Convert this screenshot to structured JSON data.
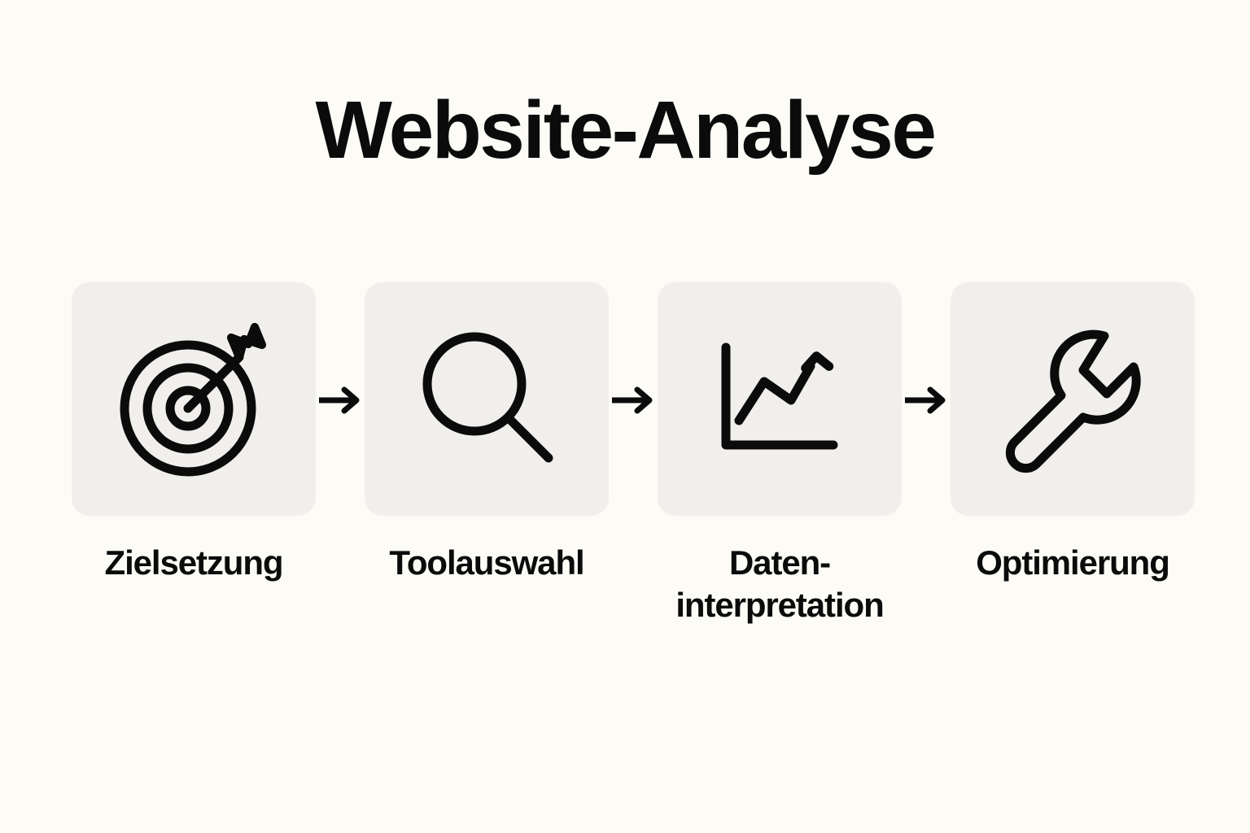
{
  "page": {
    "title": "Website-Analyse",
    "background_color": "#FCFBF6",
    "card_color": "#F1EFEC",
    "ink_color": "#0B0B0B",
    "accent_gray": "#D4D2CE"
  },
  "flow": {
    "steps": [
      {
        "label": "Zielsetzung",
        "icon": "target-arrow-icon"
      },
      {
        "label": "Toolauswahl",
        "icon": "magnifying-glass-icon"
      },
      {
        "label": "Daten-interpretation",
        "icon": "line-chart-growth-icon"
      },
      {
        "label": "Optimierung",
        "icon": "wrench-icon"
      }
    ],
    "connectors": [
      {
        "icon": "arrow-right-icon"
      },
      {
        "icon": "arrow-right-icon"
      },
      {
        "icon": "arrow-right-icon"
      }
    ]
  }
}
